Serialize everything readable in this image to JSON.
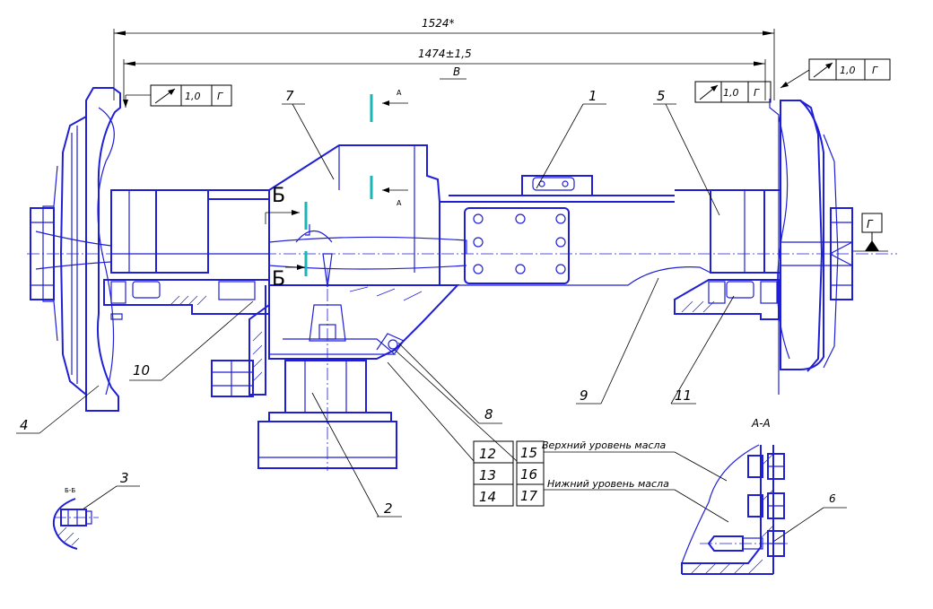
{
  "dimensions": {
    "overall_length": "1524*",
    "track_width": "1474±1,5",
    "base_letter": "В"
  },
  "tolerance_frames": [
    {
      "symbol": "↗",
      "value": "1,0",
      "datum": "Г"
    },
    {
      "symbol": "↗",
      "value": "1,0",
      "datum": "Г"
    },
    {
      "symbol": "↗",
      "value": "1,0",
      "datum": "Г"
    }
  ],
  "datum_label": "Г",
  "section_marks": {
    "a_top": "А",
    "a_bottom": "А",
    "b_top": "Б",
    "b_bottom": "Б"
  },
  "section_views": {
    "a_a_title": "А-А",
    "b_b_title": "Б-Б"
  },
  "callouts": {
    "c1": "1",
    "c2": "2",
    "c3": "3",
    "c4": "4",
    "c5": "5",
    "c6": "6",
    "c7": "7",
    "c8": "8",
    "c9": "9",
    "c10": "10",
    "c11": "11"
  },
  "callout_table": {
    "r12": "12",
    "r13": "13",
    "r14": "14",
    "r15": "15",
    "r16": "16",
    "r17": "17"
  },
  "notes": {
    "upper_oil_level": "Верхний уровень масла",
    "lower_oil_level": "Нижний уровень масла"
  }
}
